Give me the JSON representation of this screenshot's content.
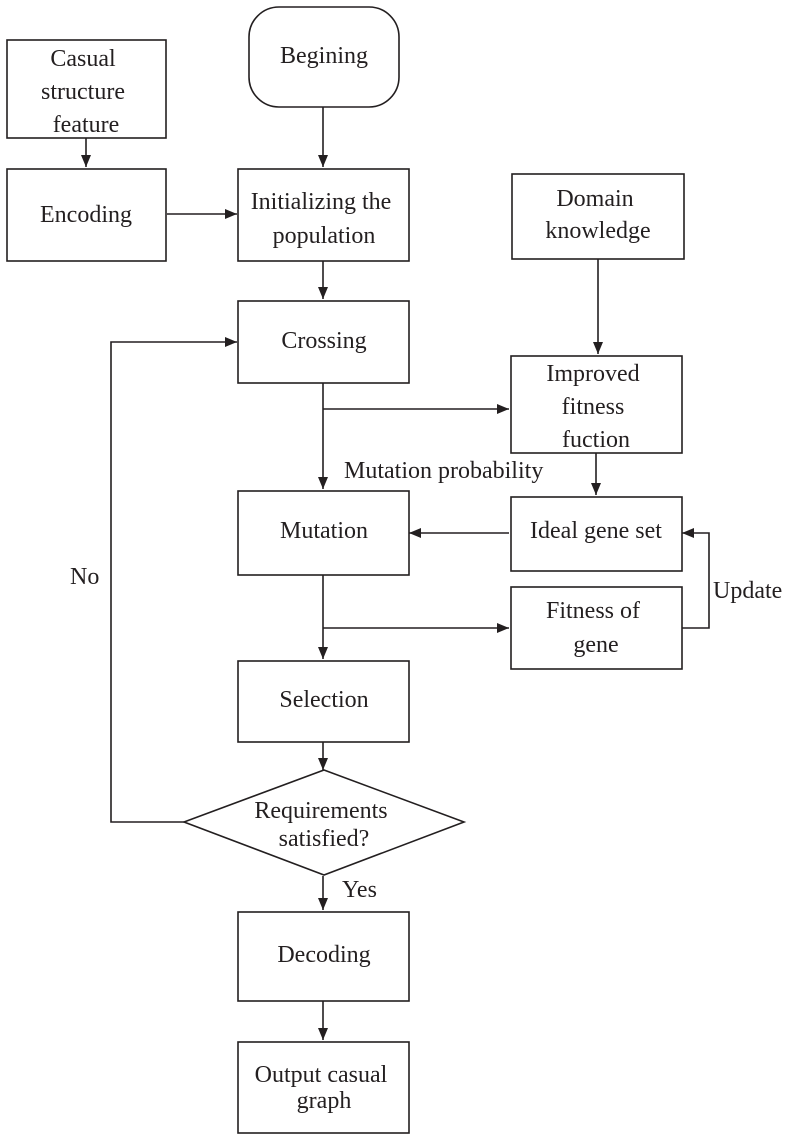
{
  "nodes": {
    "casual_structure": [
      "Casual",
      "structure",
      "feature"
    ],
    "encoding": [
      "Encoding"
    ],
    "begining": [
      "Begining"
    ],
    "initializing": [
      "Initializing the",
      "population"
    ],
    "domain_knowledge": [
      "Domain",
      "knowledge"
    ],
    "crossing": [
      "Crossing"
    ],
    "improved_fitness": [
      "Improved",
      "fitness",
      "fuction"
    ],
    "mutation": [
      "Mutation"
    ],
    "ideal_gene_set": [
      "Ideal gene set"
    ],
    "fitness_of_gene": [
      "Fitness of",
      "gene"
    ],
    "selection": [
      "Selection"
    ],
    "requirements": [
      "Requirements",
      "satisfied?"
    ],
    "decoding": [
      "Decoding"
    ],
    "output": [
      "Output casual",
      "graph"
    ]
  },
  "edge_labels": {
    "mutation_probability": "Mutation probability",
    "update": "Update",
    "no": "No",
    "yes": "Yes"
  },
  "colors": {
    "stroke": "#231f20",
    "fill": "#ffffff"
  }
}
